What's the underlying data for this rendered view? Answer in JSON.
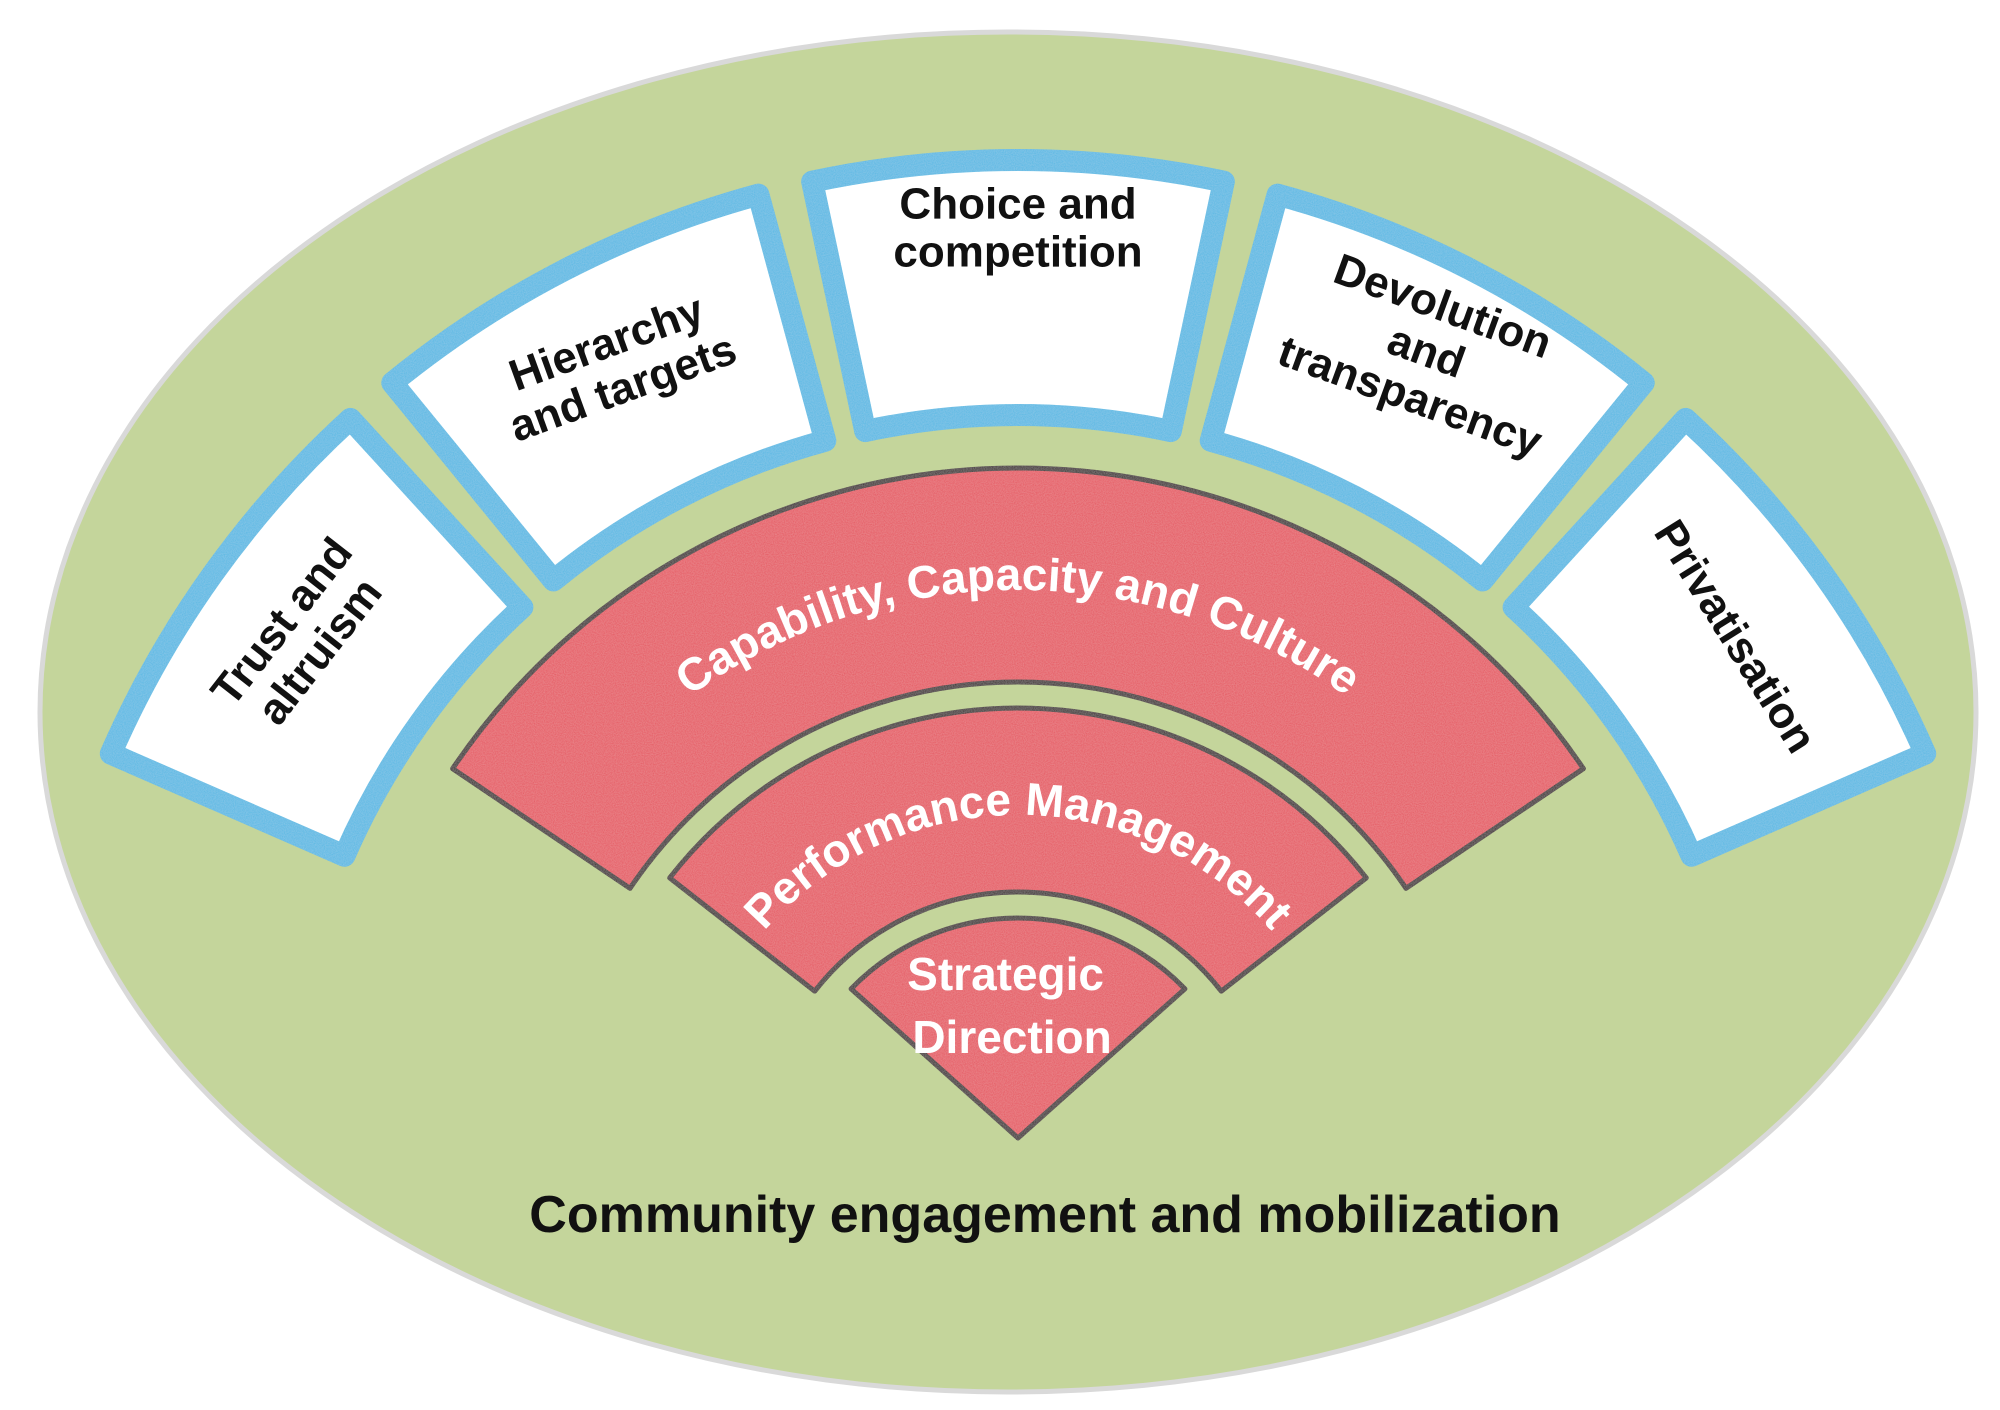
{
  "diagram": {
    "background_label": "Community engagement and mobilization",
    "models": [
      {
        "label_lines": [
          "Trust and",
          "altruism"
        ]
      },
      {
        "label_lines": [
          "Hierarchy",
          "and targets"
        ]
      },
      {
        "label_lines": [
          "Choice and",
          "competition"
        ]
      },
      {
        "label_lines": [
          "Devolution",
          "and",
          "transparency"
        ]
      },
      {
        "label_lines": [
          "Privatisation"
        ]
      }
    ],
    "layers": [
      {
        "label": "Capability, Capacity and Culture"
      },
      {
        "label": "Performance Management"
      },
      {
        "label_lines": [
          "Strategic",
          "Direction"
        ]
      }
    ],
    "colors": {
      "ellipse_fill": "#c4d59b",
      "ellipse_edge": "#d9d9d9",
      "box_border": "#55b8e3",
      "box_fill": "#ffffff",
      "layer_fill": "#e5545f",
      "layer_edge": "#3a2a2a"
    }
  }
}
